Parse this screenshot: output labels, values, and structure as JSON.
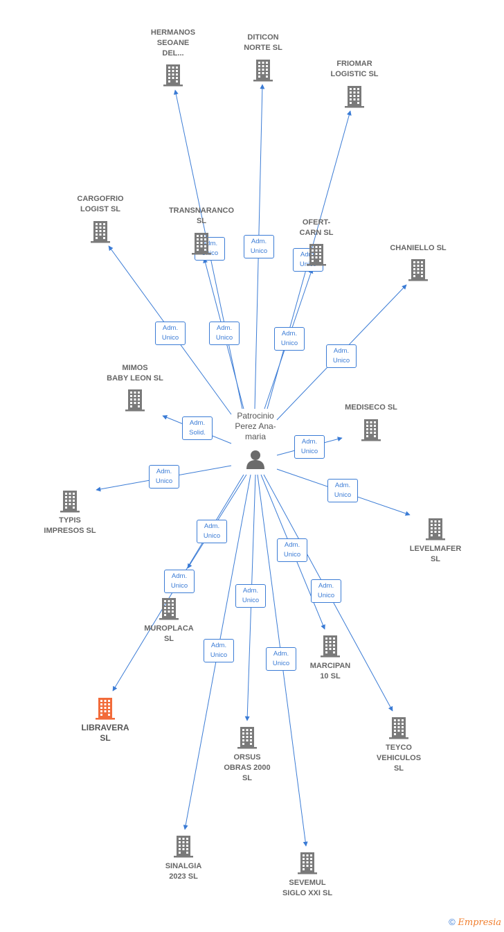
{
  "person": {
    "name": "Patrocinio\nPerez Ana-\nmaria",
    "icon": "person-icon"
  },
  "companies": [
    {
      "id": "hermanos",
      "name": "HERMANOS\nSEOANE\nDEL...",
      "focus": false
    },
    {
      "id": "diticon",
      "name": "DITICON\nNORTE  SL",
      "focus": false
    },
    {
      "id": "friomar",
      "name": "FRIOMAR\nLOGISTIC  SL",
      "focus": false
    },
    {
      "id": "cargofrio",
      "name": "CARGOFRIO\nLOGIST SL",
      "focus": false
    },
    {
      "id": "transnaranco",
      "name": "TRANSNARANCO\nSL",
      "focus": false
    },
    {
      "id": "ofert",
      "name": "OFERT-\nCARN SL",
      "focus": false
    },
    {
      "id": "chaniello",
      "name": "CHANIELLO SL",
      "focus": false
    },
    {
      "id": "mimos",
      "name": "MIMOS\nBABY LEON SL",
      "focus": false
    },
    {
      "id": "mediseco",
      "name": "MEDISECO  SL",
      "focus": false
    },
    {
      "id": "typis",
      "name": "TYPIS\nIMPRESOS SL",
      "focus": false
    },
    {
      "id": "levelmafer",
      "name": "LEVELMAFER\nSL",
      "focus": false
    },
    {
      "id": "muroplaca",
      "name": "MUROPLACA\nSL",
      "focus": false
    },
    {
      "id": "marcipan",
      "name": "MARCIPAN\n10 SL",
      "focus": false
    },
    {
      "id": "libravera",
      "name": "LIBRAVERA\nSL",
      "focus": true
    },
    {
      "id": "orsus",
      "name": "ORSUS\nOBRAS 2000\nSL",
      "focus": false
    },
    {
      "id": "teyco",
      "name": "TEYCO\nVEHICULOS\nSL",
      "focus": false
    },
    {
      "id": "sinalgia",
      "name": "SINALGIA\n2023  SL",
      "focus": false
    },
    {
      "id": "sevemul",
      "name": "SEVEMUL\nSIGLO XXI SL",
      "focus": false
    }
  ],
  "relations": [
    {
      "target": "hermanos",
      "label": "Adm.\nUnico"
    },
    {
      "target": "diticon",
      "label": "Adm.\nUnico"
    },
    {
      "target": "friomar",
      "label": "Adm.\nUnico"
    },
    {
      "target": "cargofrio",
      "label": "Adm.\nUnico"
    },
    {
      "target": "transnaranco",
      "label": "Adm.\nUnico"
    },
    {
      "target": "ofert",
      "label": "Adm.\nUnico"
    },
    {
      "target": "chaniello",
      "label": "Adm.\nUnico"
    },
    {
      "target": "mimos",
      "label": "Adm.\nSolid."
    },
    {
      "target": "mediseco",
      "label": "Adm.\nUnico"
    },
    {
      "target": "typis",
      "label": "Adm.\nUnico"
    },
    {
      "target": "levelmafer",
      "label": "Adm.\nUnico"
    },
    {
      "target": "muroplaca",
      "label": "Adm.\nUnico"
    },
    {
      "target": "libravera",
      "label": "Adm.\nUnico"
    },
    {
      "target": "orsus",
      "label": "Adm.\nUnico"
    },
    {
      "target": "marcipan",
      "label": "Adm.\nUnico"
    },
    {
      "target": "teyco",
      "label": "Adm.\nUnico"
    },
    {
      "target": "sinalgia",
      "label": "Adm.\nUnico"
    },
    {
      "target": "sevemul",
      "label": "Adm.\nUnico"
    }
  ],
  "colors": {
    "edge": "#3a7bd5",
    "building": "#7a7a7a",
    "focus_building": "#f26b3a",
    "person": "#6b6b6b"
  },
  "footer": {
    "symbol": "©",
    "brand": "Empresia"
  }
}
